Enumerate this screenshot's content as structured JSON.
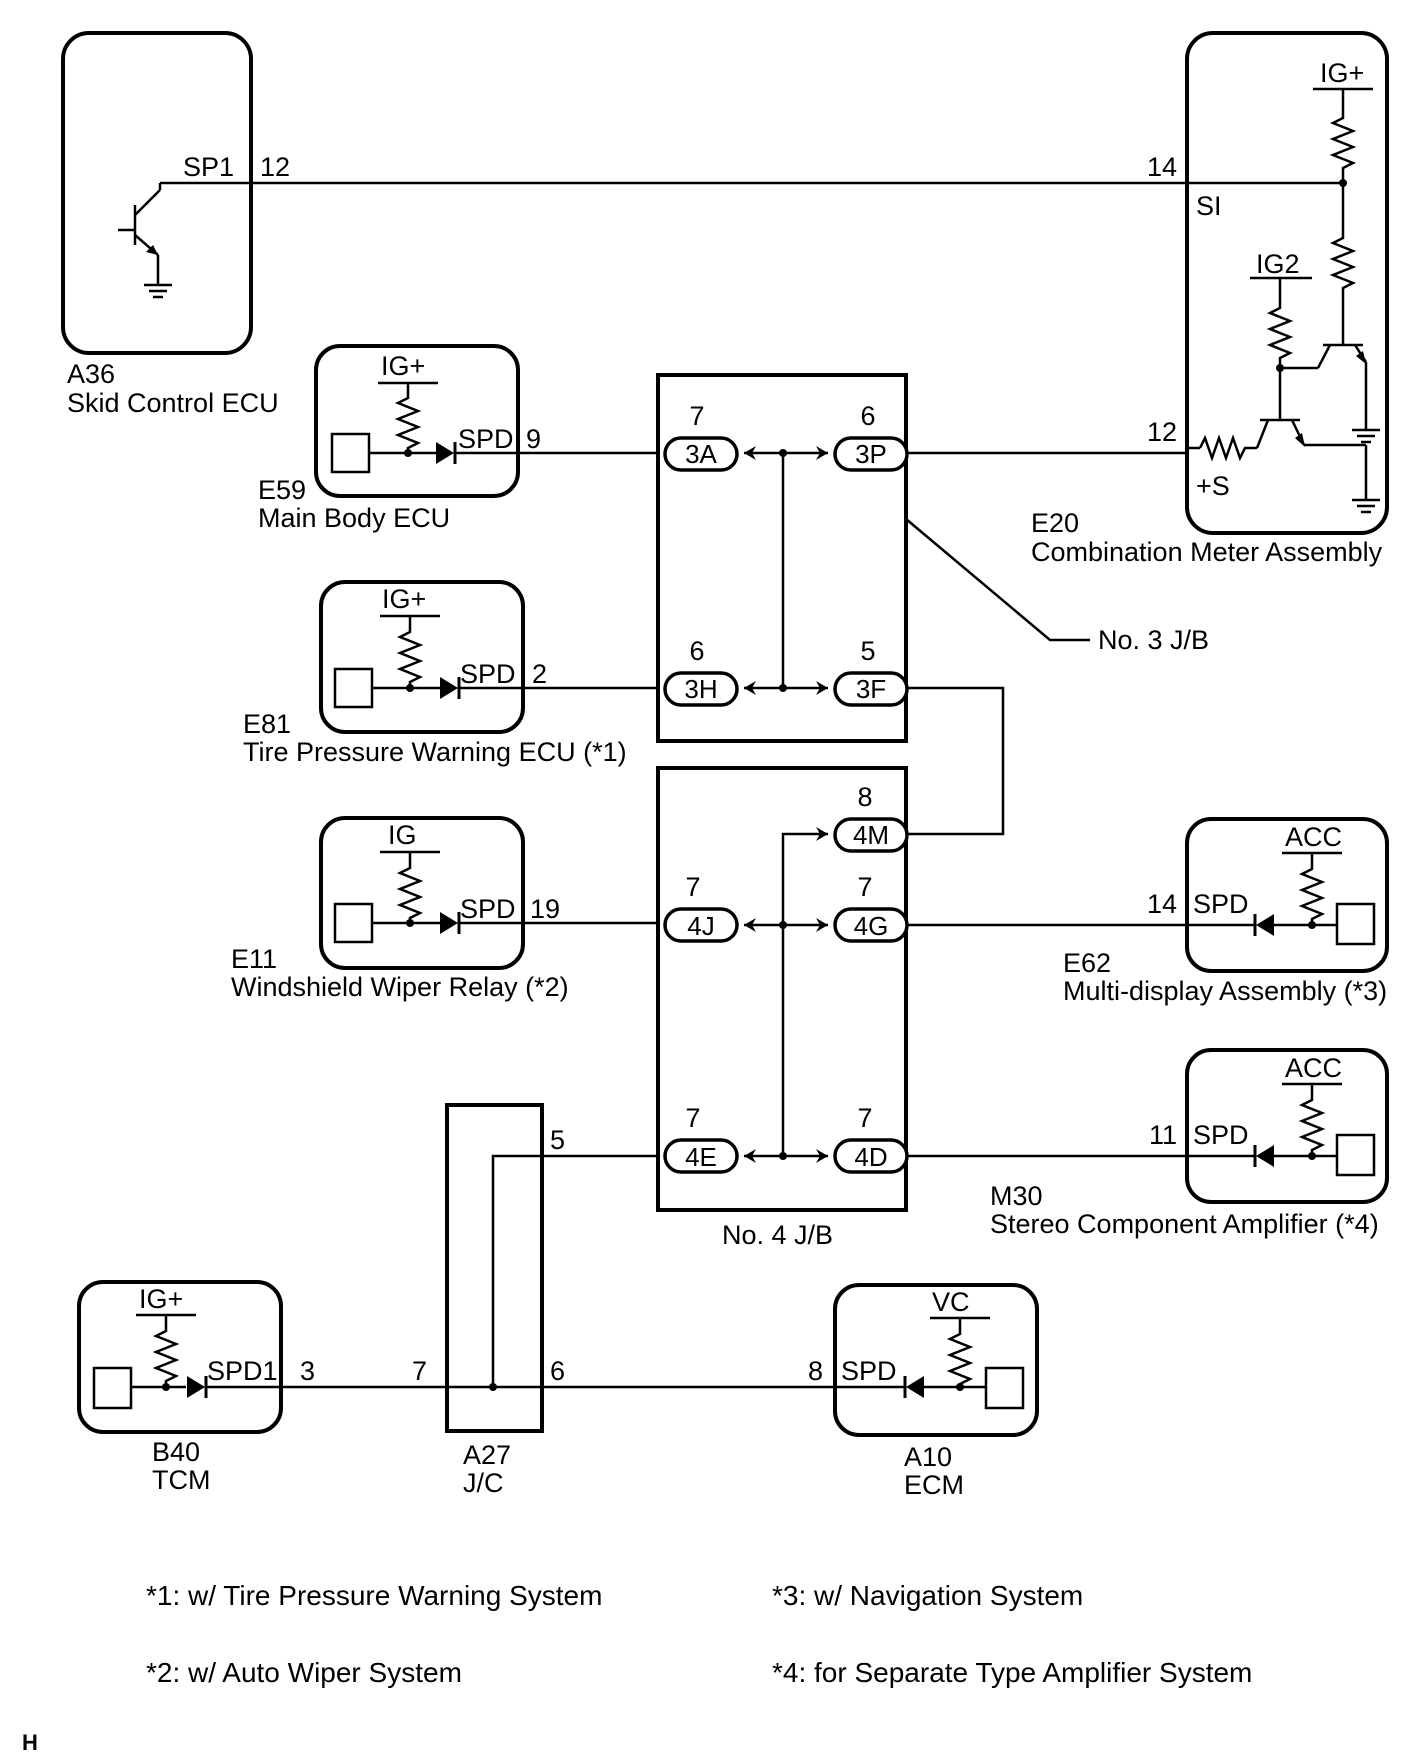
{
  "components": {
    "a36": {
      "code": "A36",
      "name": "Skid Control ECU",
      "terminal": "SP1",
      "pin": "12"
    },
    "e20": {
      "code": "E20",
      "name": "Combination Meter Assembly",
      "pin_si": "14",
      "terminal_si": "SI",
      "pin_s": "12",
      "terminal_s": "+S",
      "supply1": "IG+",
      "supply2": "IG2"
    },
    "e59": {
      "code": "E59",
      "name": "Main Body ECU",
      "supply": "IG+",
      "terminal": "SPD",
      "pin": "9"
    },
    "e81": {
      "code": "E81",
      "name": "Tire Pressure Warning ECU (*1)",
      "supply": "IG+",
      "terminal": "SPD",
      "pin": "2"
    },
    "e11": {
      "code": "E11",
      "name": "Windshield Wiper Relay (*2)",
      "supply": "IG",
      "terminal": "SPD",
      "pin": "19"
    },
    "e62": {
      "code": "E62",
      "name": "Multi-display Assembly (*3)",
      "supply": "ACC",
      "terminal": "SPD",
      "pin": "14"
    },
    "m30": {
      "code": "M30",
      "name": "Stereo Component Amplifier (*4)",
      "supply": "ACC",
      "terminal": "SPD",
      "pin": "11"
    },
    "b40": {
      "code": "B40",
      "name": "TCM",
      "supply": "IG+",
      "terminal": "SPD1",
      "pin": "3"
    },
    "a27": {
      "code": "A27",
      "name": "J/C",
      "pin_in": "7",
      "pin_top": "5",
      "pin_out": "6"
    },
    "a10": {
      "code": "A10",
      "name": "ECM",
      "supply": "VC",
      "terminal": "SPD",
      "pin": "8"
    }
  },
  "jb3": {
    "label": "No. 3 J/B",
    "connectors": [
      {
        "id": "3A",
        "pin": "7"
      },
      {
        "id": "3P",
        "pin": "6"
      },
      {
        "id": "3H",
        "pin": "6"
      },
      {
        "id": "3F",
        "pin": "5"
      }
    ]
  },
  "jb4": {
    "label": "No. 4 J/B",
    "connectors": [
      {
        "id": "4M",
        "pin": "8"
      },
      {
        "id": "4J",
        "pin": "7"
      },
      {
        "id": "4G",
        "pin": "7"
      },
      {
        "id": "4E",
        "pin": "7"
      },
      {
        "id": "4D",
        "pin": "7"
      }
    ]
  },
  "footnotes": {
    "n1": "*1: w/ Tire Pressure Warning System",
    "n2": "*2: w/ Auto Wiper System",
    "n3": "*3: w/ Navigation System",
    "n4": "*4: for Separate Type Amplifier System"
  },
  "corner_mark": "H"
}
